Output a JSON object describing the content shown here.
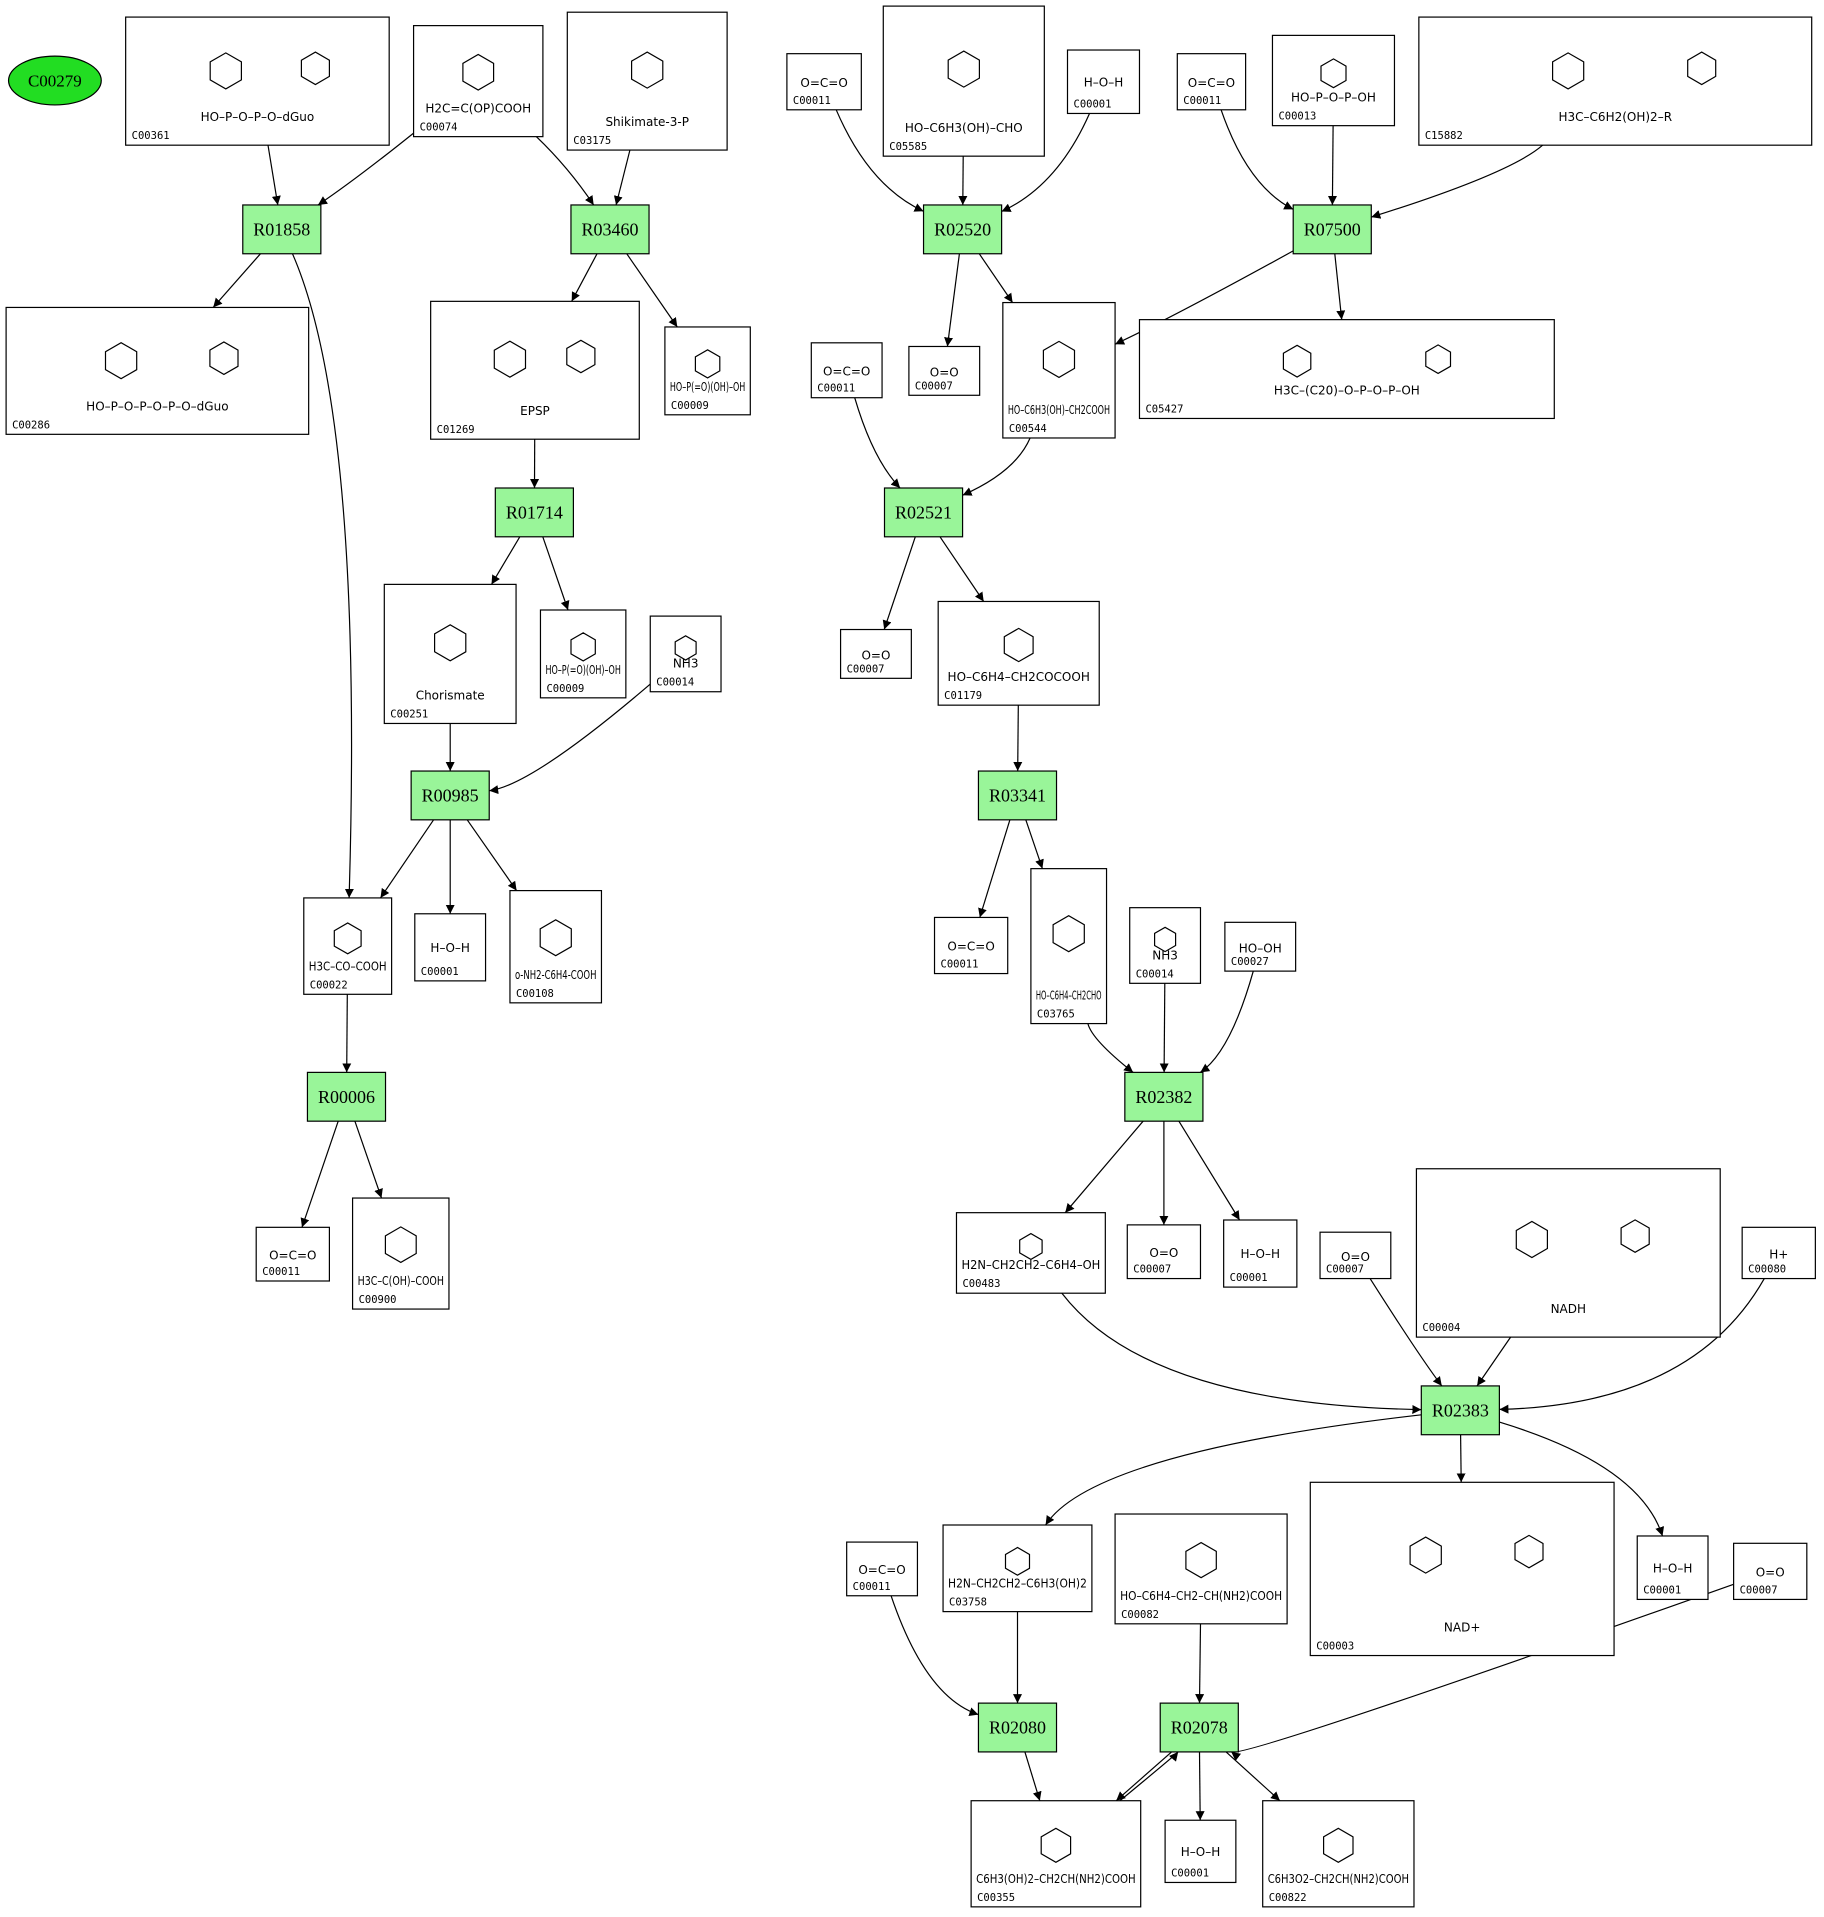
{
  "start": {
    "id": "C00279",
    "color": "#22dd22"
  },
  "reactions": [
    {
      "id": "R01858"
    },
    {
      "id": "R03460"
    },
    {
      "id": "R01714"
    },
    {
      "id": "R00985"
    },
    {
      "id": "R00006"
    },
    {
      "id": "R02520"
    },
    {
      "id": "R07500"
    },
    {
      "id": "R02521"
    },
    {
      "id": "R03341"
    },
    {
      "id": "R02382"
    },
    {
      "id": "R02383"
    },
    {
      "id": "R02080"
    },
    {
      "id": "R02078"
    }
  ],
  "reaction_color": "#99f599",
  "compounds": [
    {
      "id": "C00361",
      "structure": "dGDP"
    },
    {
      "id": "C00074",
      "structure": "phosphoenolpyruvate"
    },
    {
      "id": "C03175",
      "structure": "shikimate-3-phosphate"
    },
    {
      "id": "C00286",
      "structure": "dGTP"
    },
    {
      "id": "C01269",
      "structure": "EPSP"
    },
    {
      "id": "C00009",
      "structure": "phosphate"
    },
    {
      "id": "C00251",
      "structure": "chorismate"
    },
    {
      "id": "C00009",
      "structure": "phosphate"
    },
    {
      "id": "C00014",
      "structure": "ammonia"
    },
    {
      "id": "C00022",
      "structure": "pyruvate"
    },
    {
      "id": "C00001",
      "structure": "water"
    },
    {
      "id": "C00108",
      "structure": "anthranilate"
    },
    {
      "id": "C00011",
      "structure": "co2"
    },
    {
      "id": "C00900",
      "structure": "acetolactate"
    },
    {
      "id": "C00011",
      "structure": "co2"
    },
    {
      "id": "C05585",
      "structure": "gentisaldehyde"
    },
    {
      "id": "C00001",
      "structure": "water"
    },
    {
      "id": "C00011",
      "structure": "co2"
    },
    {
      "id": "C00013",
      "structure": "diphosphate"
    },
    {
      "id": "C15882",
      "structure": "plastoquinol"
    },
    {
      "id": "C00007",
      "structure": "oxygen"
    },
    {
      "id": "C00544",
      "structure": "homogentisate"
    },
    {
      "id": "C05427",
      "structure": "phytyl-diphosphate"
    },
    {
      "id": "C00011",
      "structure": "co2"
    },
    {
      "id": "C00007",
      "structure": "oxygen"
    },
    {
      "id": "C01179",
      "structure": "hydroxyphenylpyruvate"
    },
    {
      "id": "C00011",
      "structure": "co2"
    },
    {
      "id": "C03765",
      "structure": "hydroxyphenylacetaldehyde"
    },
    {
      "id": "C00014",
      "structure": "ammonia"
    },
    {
      "id": "C00027",
      "structure": "peroxide"
    },
    {
      "id": "C00483",
      "structure": "tyramine"
    },
    {
      "id": "C00007",
      "structure": "oxygen"
    },
    {
      "id": "C00001",
      "structure": "water"
    },
    {
      "id": "C00007",
      "structure": "oxygen"
    },
    {
      "id": "C00004",
      "structure": "nadh"
    },
    {
      "id": "C00080",
      "structure": "proton"
    },
    {
      "id": "C03758",
      "structure": "dopamine"
    },
    {
      "id": "C00082",
      "structure": "tyrosine"
    },
    {
      "id": "C00003",
      "structure": "nad"
    },
    {
      "id": "C00001",
      "structure": "water"
    },
    {
      "id": "C00007",
      "structure": "oxygen"
    },
    {
      "id": "C00011",
      "structure": "co2"
    },
    {
      "id": "C00355",
      "structure": "dopa"
    },
    {
      "id": "C00001",
      "structure": "water"
    },
    {
      "id": "C00822",
      "structure": "dopaquinone"
    }
  ],
  "chem_text": {
    "co2": "O=C=O",
    "oxygen": "O=O",
    "water": "H–O–H",
    "ammonia": "NH3",
    "peroxide": "HO–OH",
    "proton": "H+",
    "phosphate": "HO–P(=O)(OH)–OH",
    "diphosphate": "HO–P–O–P–OH",
    "dGDP": "HO–P–O–P–O–dGuo",
    "dGTP": "HO–P–O–P–O–P–O–dGuo",
    "phosphoenolpyruvate": "H2C=C(OP)COOH",
    "shikimate-3-phosphate": "Shikimate-3-P",
    "EPSP": "EPSP",
    "chorismate": "Chorismate",
    "pyruvate": "H3C–CO–COOH",
    "anthranilate": "o-NH2-C6H4-COOH",
    "acetolactate": "H3C–C(OH)–COOH",
    "gentisaldehyde": "HO–C6H3(OH)–CHO",
    "plastoquinol": "H3C–C6H2(OH)2–R",
    "homogentisate": "HO–C6H3(OH)–CH2COOH",
    "phytyl-diphosphate": "H3C–(C20)–O–P–O–P–OH",
    "hydroxyphenylpyruvate": "HO–C6H4–CH2COCOOH",
    "hydroxyphenylacetaldehyde": "HO–C6H4–CH2CHO",
    "tyramine": "H2N–CH2CH2–C6H4–OH",
    "nadh": "NADH",
    "dopamine": "H2N–CH2CH2–C6H3(OH)2",
    "tyrosine": "HO–C6H4–CH2–CH(NH2)COOH",
    "nad": "NAD+",
    "dopa": "C6H3(OH)2–CH2CH(NH2)COOH",
    "dopaquinone": "C6H3O2–CH2CH(NH2)COOH"
  }
}
